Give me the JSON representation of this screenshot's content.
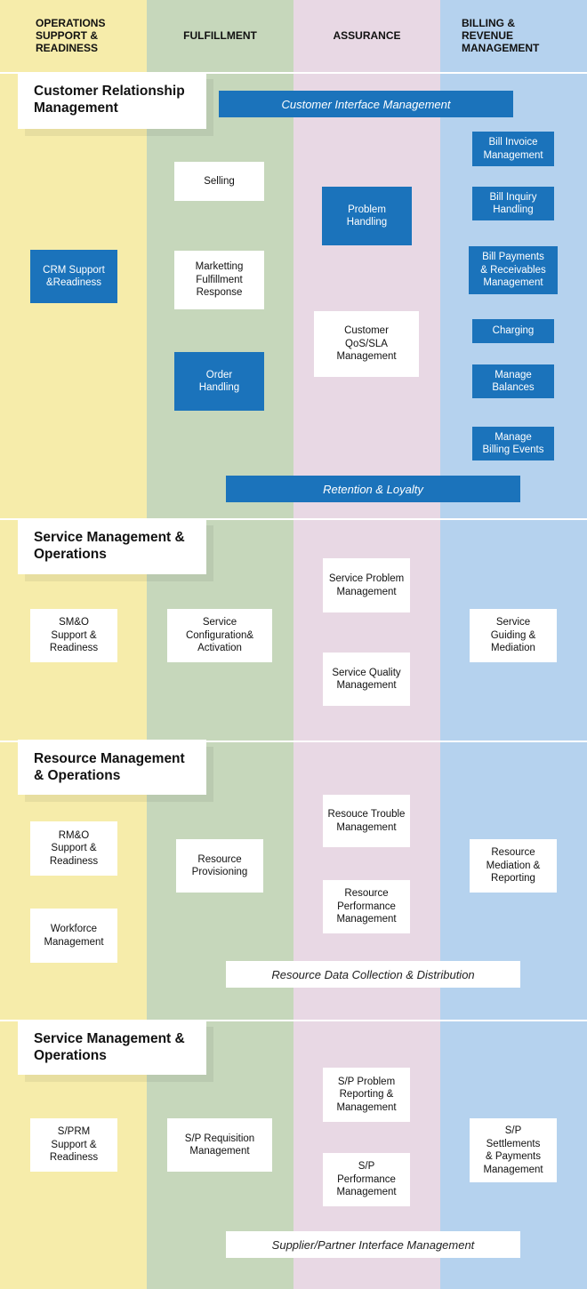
{
  "columns": {
    "ops": "OPERATIONS\nSUPPORT &\nREADINESS",
    "fulfillment": "FULFILLMENT",
    "assurance": "ASSURANCE",
    "billing": "BILLING &\nREVENUE\nMANAGEMENT"
  },
  "crm": {
    "title": "Customer Relationship\nManagement",
    "interface": "Customer Interface Management",
    "crm_support": "CRM Support\n&Readiness",
    "selling": "Selling",
    "marketing": "Marketting\nFulfillment\nResponse",
    "order": "Order\nHandling",
    "problem": "Problem\nHandling",
    "qos": "Customer\nQoS/SLA\nManagement",
    "bill_invoice": "Bill Invoice\nManagement",
    "bill_inquiry": "Bill Inquiry\nHandling",
    "bill_payments": "Bill Payments\n& Receivables\nManagement",
    "charging": "Charging",
    "balances": "Manage\nBalances",
    "billing_events": "Manage\nBilling Events",
    "retention": "Retention & Loyalty"
  },
  "smo": {
    "title": "Service Management &\nOperations",
    "support": "SM&O\nSupport &\nReadiness",
    "config": "Service\nConfiguration&\nActivation",
    "problem": "Service Problem\nManagement",
    "quality": "Service Quality\nManagement",
    "guiding": "Service\nGuiding &\nMediation"
  },
  "rmo": {
    "title": "Resource Management\n& Operations",
    "support": "RM&O\nSupport &\nReadiness",
    "workforce": "Workforce\nManagement",
    "provisioning": "Resource\nProvisioning",
    "trouble": "Resouce Trouble\nManagement",
    "performance": "Resource\nPerformance\nManagement",
    "mediation": "Resource\nMediation &\nReporting",
    "data": "Resource Data Collection & Distribution"
  },
  "sprm": {
    "title": "Service Management &\nOperations",
    "support": "S/PRM\nSupport &\nReadiness",
    "requisition": "S/P Requisition\nManagement",
    "problem": "S/P Problem\nReporting &\nManagement",
    "performance": "S/P\nPerformance\nManagement",
    "settlements": "S/P\nSettlements\n& Payments\nManagement",
    "interface": "Supplier/Partner Interface Management"
  }
}
